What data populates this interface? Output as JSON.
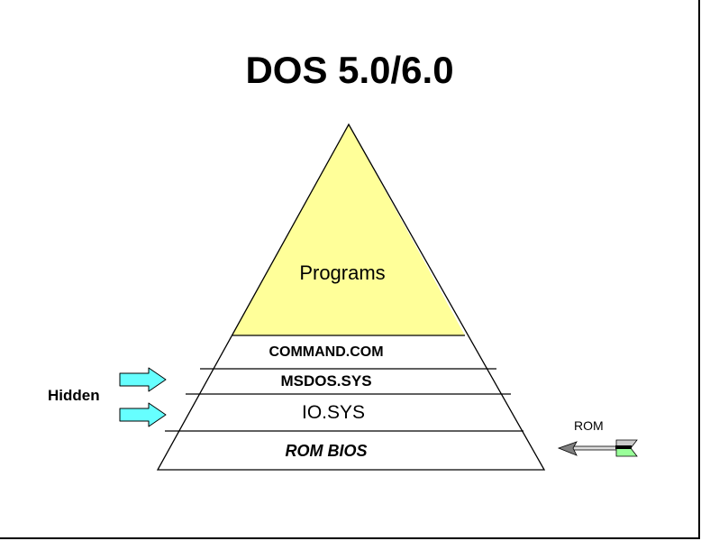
{
  "title": "DOS 5.0/6.0",
  "colors": {
    "programs_fill": "#ffff99",
    "hidden_arrow": "#66ffff",
    "rom_arrow_head": "#808080",
    "rom_arrow_fletch": "#99ff99"
  },
  "layers": {
    "programs": "Programs",
    "command": "COMMAND.COM",
    "msdos": "MSDOS.SYS",
    "io": "IO.SYS",
    "rombios": "ROM BIOS"
  },
  "labels": {
    "hidden": "Hidden",
    "rom": "ROM"
  }
}
